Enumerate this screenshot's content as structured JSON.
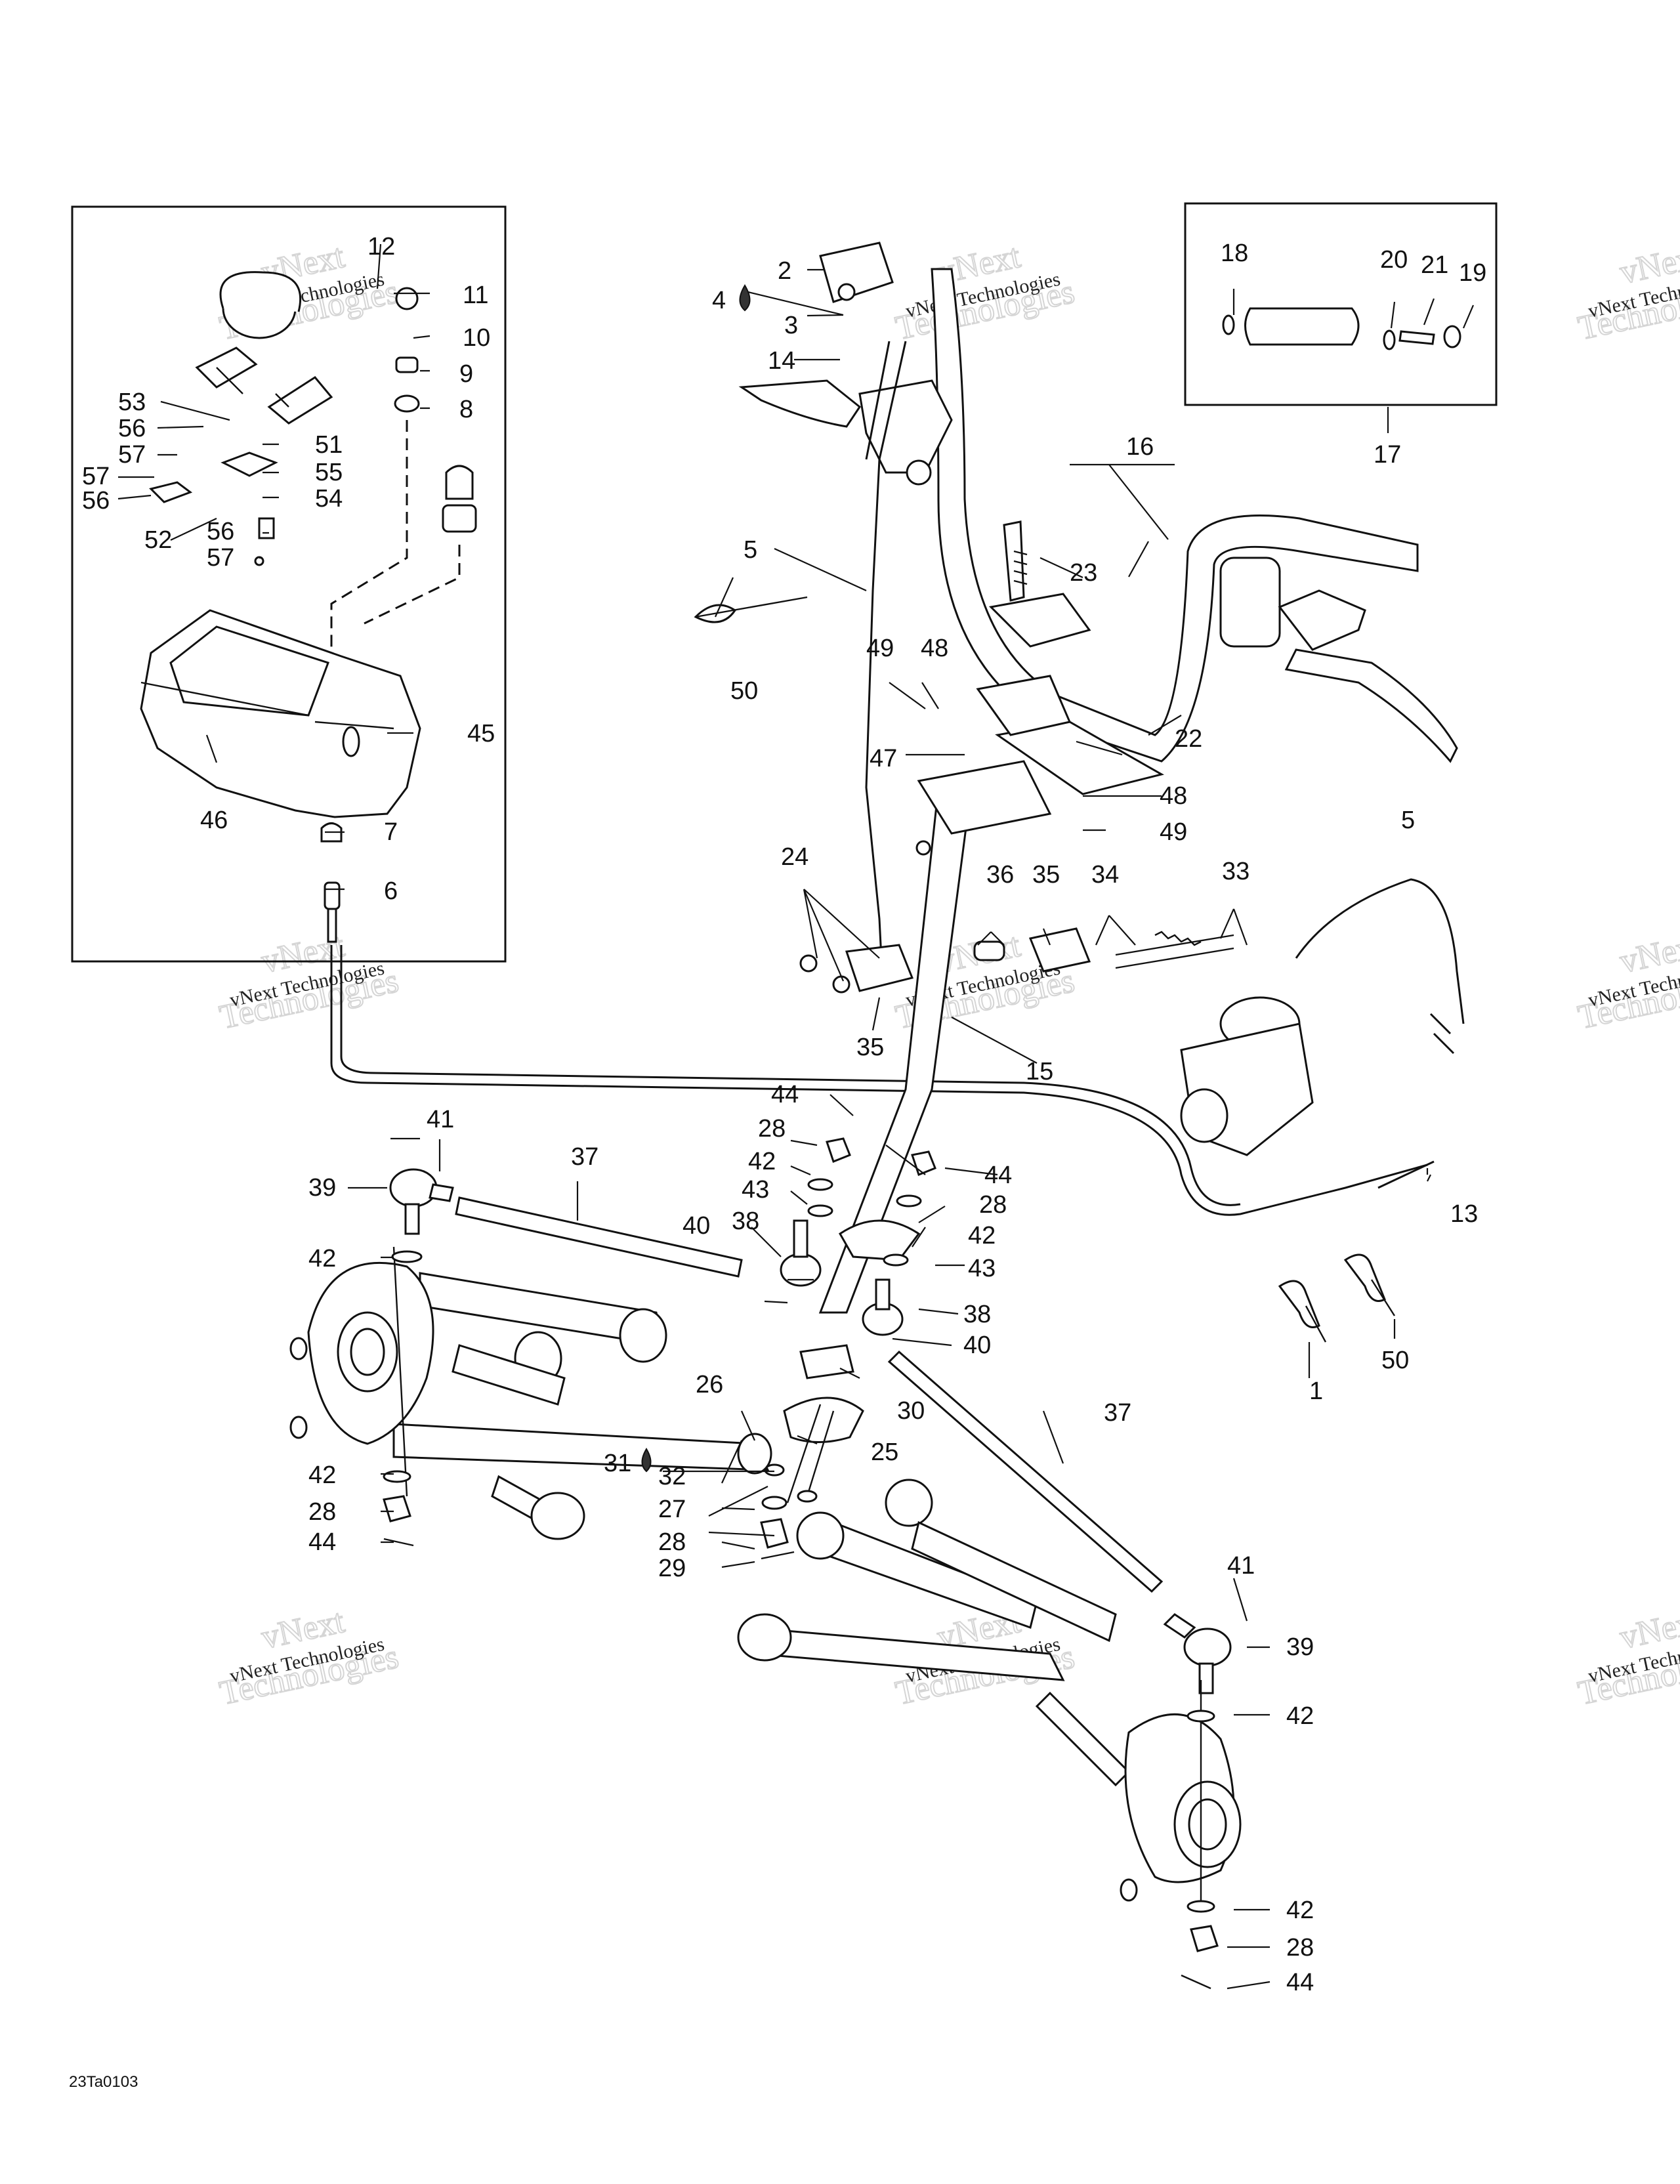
{
  "diagram_code": "23Ta0103",
  "watermark": {
    "line1": "vNext",
    "line2": "Technologies",
    "combined": "vNext Technologies"
  },
  "labels": {
    "l1": "1",
    "l2": "2",
    "l3": "3",
    "l4": "4",
    "l5a": "5",
    "l5b": "5",
    "l6": "6",
    "l7": "7",
    "l8": "8",
    "l9": "9",
    "l10": "10",
    "l11": "11",
    "l12": "12",
    "l13": "13",
    "l14": "14",
    "l15": "15",
    "l16": "16",
    "l17": "17",
    "l18": "18",
    "l19": "19",
    "l20": "20",
    "l21": "21",
    "l22": "22",
    "l23": "23",
    "l24": "24",
    "l25": "25",
    "l26": "26",
    "l27": "27",
    "l28a": "28",
    "l28b": "28",
    "l28c": "28",
    "l28d": "28",
    "l28e": "28",
    "l29": "29",
    "l30": "30",
    "l31": "31",
    "l32": "32",
    "l33": "33",
    "l34": "34",
    "l35a": "35",
    "l35b": "35",
    "l36": "36",
    "l37a": "37",
    "l37b": "37",
    "l38a": "38",
    "l38b": "38",
    "l39a": "39",
    "l39b": "39",
    "l40a": "40",
    "l40b": "40",
    "l41a": "41",
    "l41b": "41",
    "l42a": "42",
    "l42b": "42",
    "l42c": "42",
    "l42d": "42",
    "l42e": "42",
    "l42f": "42",
    "l43a": "43",
    "l43b": "43",
    "l44a": "44",
    "l44b": "44",
    "l44c": "44",
    "l44d": "44",
    "l45": "45",
    "l46": "46",
    "l47": "47",
    "l48a": "48",
    "l48b": "48",
    "l49a": "49",
    "l49b": "49",
    "l50a": "50",
    "l50b": "50",
    "l51": "51",
    "l52": "52",
    "l53": "53",
    "l54": "54",
    "l55": "55",
    "l56a": "56",
    "l56b": "56",
    "l56c": "56",
    "l57a": "57",
    "l57b": "57",
    "l57c": "57"
  }
}
